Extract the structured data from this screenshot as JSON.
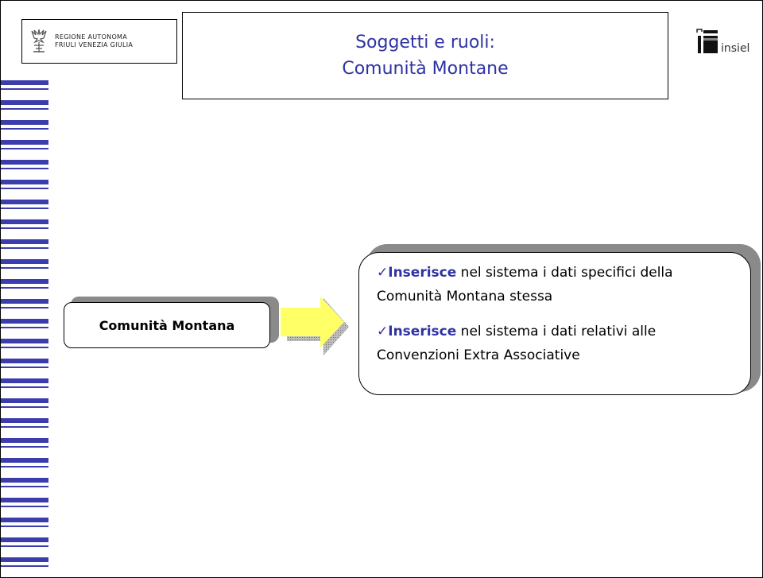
{
  "header": {
    "region_logo": {
      "icon": "eagle-icon",
      "line1": "REGIONE AUTONOMA",
      "line2": "FRIULI VENEZIA GIULIA"
    },
    "title_line1": "Soggetti e ruoli:",
    "title_line2": "Comunità Montane",
    "insiel_logo": {
      "icon": "insiel-logo-icon",
      "text": "insiel"
    }
  },
  "diagram": {
    "source_label": "Comunità Montana",
    "arrow": {
      "icon": "right-arrow-icon",
      "color": "#ffff66"
    },
    "bullets": [
      {
        "check": "✓",
        "keyword": "Inserisce",
        "text_a": " nel sistema i dati specifici della",
        "text_b": "Comunità Montana stessa"
      },
      {
        "check": "✓",
        "keyword": "Inserisce",
        "text_a": " nel sistema i dati relativi alle",
        "text_b": "Convenzioni Extra Associative"
      }
    ]
  },
  "colors": {
    "title": "#2f33a3",
    "keyword": "#2f33a3",
    "stripes": "#3b3dad",
    "arrow": "#ffff66",
    "shadow": "#8a8a8a"
  }
}
